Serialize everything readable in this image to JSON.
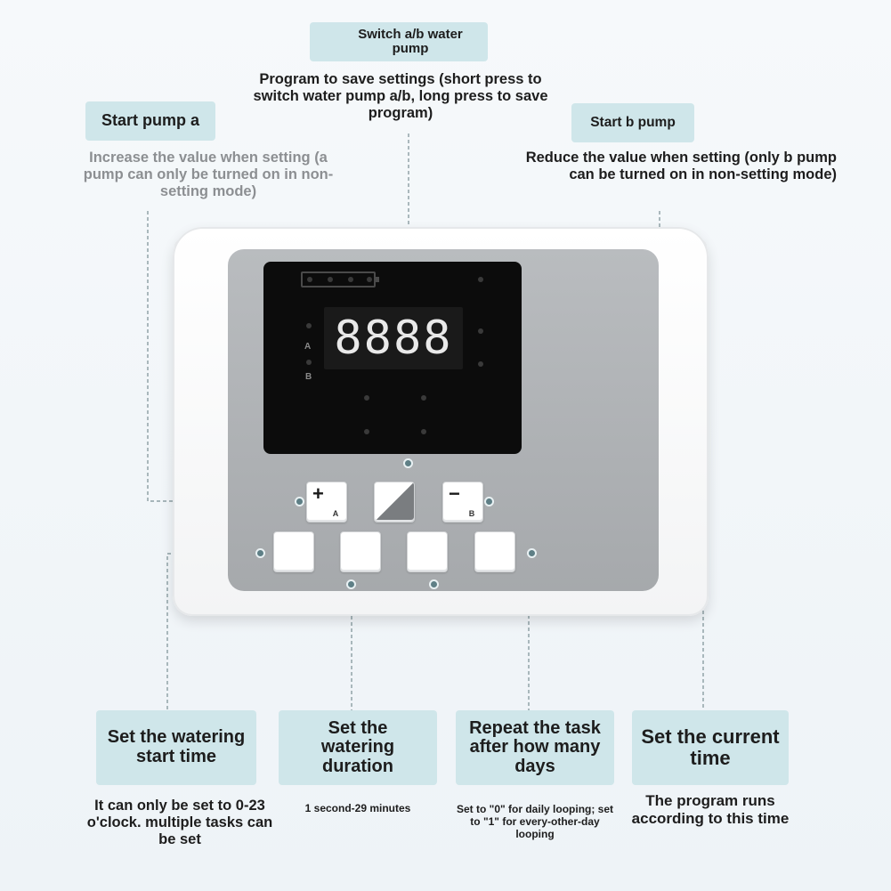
{
  "top_tag": {
    "label": "Switch a/b water pump",
    "desc": "Program to save settings (short press to switch water pump a/b, long press to save program)"
  },
  "left_tag": {
    "label": "Start pump a",
    "desc": "Increase the value when setting (a pump can only be turned on in non-setting mode)"
  },
  "right_tag": {
    "label": "Start b pump",
    "desc": "Reduce the value when setting (only b pump can be turned on in non-setting mode)"
  },
  "device": {
    "display_text": "8888",
    "led_a": "A",
    "led_b": "B",
    "plus_sign": "+",
    "minus_sign": "−",
    "drop_a": "A",
    "drop_b": "B"
  },
  "bottom": [
    {
      "label": "Set the watering start time",
      "desc": "It can only be set to 0-23 o'clock. multiple tasks can be set"
    },
    {
      "label": "Set the watering duration",
      "desc": "1 second-29 minutes"
    },
    {
      "label": "Repeat the task after how many days",
      "desc": "Set to \"0\" for daily looping; set to \"1\" for every-other-day looping"
    },
    {
      "label": "Set the current time",
      "desc": "The program runs according to this time"
    }
  ],
  "colors": {
    "tag_bg": "#cfe6ea",
    "marker": "#5e7f86",
    "panel": "#b0b3b6",
    "screen": "#0c0c0c"
  }
}
